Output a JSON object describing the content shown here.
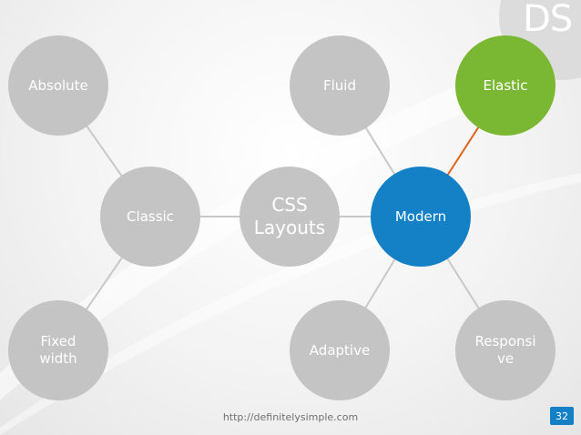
{
  "slide": {
    "logo": "DS",
    "footer_url": "http://definitelysimple.com",
    "page_number": "32"
  },
  "diagram": {
    "center": {
      "label_line1": "CSS",
      "label_line2": "Layouts"
    },
    "nodes": {
      "absolute": {
        "label": "Absolute"
      },
      "classic": {
        "label": "Classic"
      },
      "fixed_width": {
        "label_line1": "Fixed",
        "label_line2": "width"
      },
      "fluid": {
        "label": "Fluid"
      },
      "elastic": {
        "label": "Elastic"
      },
      "modern": {
        "label": "Modern"
      },
      "adaptive": {
        "label": "Adaptive"
      },
      "responsive": {
        "label_line1": "Responsi",
        "label_line2": "ve"
      }
    }
  },
  "colors": {
    "node_gray": "#c4c4c4",
    "highlight_green": "#7ab833",
    "accent_blue": "#1481c7",
    "highlight_edge": "#e0641c",
    "edge_gray": "#c8c8c8"
  }
}
